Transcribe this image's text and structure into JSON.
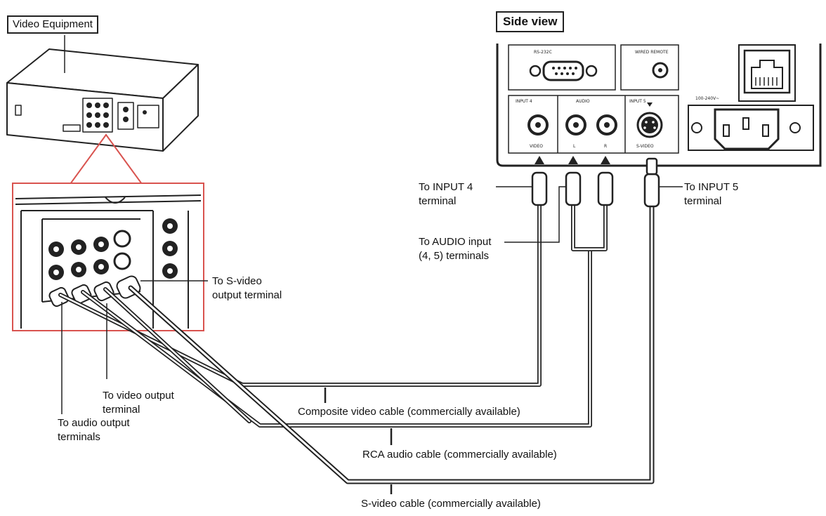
{
  "titles": {
    "video_equipment": "Video Equipment",
    "side_view": "Side view"
  },
  "panel_labels": {
    "rs232c": "RS-232C",
    "wired_remote": "WIRED REMOTE",
    "input4": "INPUT 4",
    "audio": "AUDIO",
    "input5": "INPUT 5",
    "video": "VIDEO",
    "left": "L",
    "right": "R",
    "svideo": "S-VIDEO",
    "power": "100-240V~"
  },
  "callouts": {
    "to_input4": [
      "To INPUT 4",
      "terminal"
    ],
    "to_input5": [
      "To INPUT 5",
      "terminal"
    ],
    "to_audio_input": [
      "To AUDIO input",
      "(4, 5) terminals"
    ],
    "to_svideo_output": [
      "To S-video",
      "output terminal"
    ],
    "to_video_output": [
      "To video output",
      "terminal"
    ],
    "to_audio_output": [
      "To audio output",
      "terminals"
    ]
  },
  "cables": {
    "composite": "Composite video cable (commercially available)",
    "rca_audio": "RCA audio cable (commercially available)",
    "svideo": "S-video cable (commercially available)"
  },
  "colors": {
    "zoom_frame": "#d9534f",
    "line": "#222222"
  }
}
